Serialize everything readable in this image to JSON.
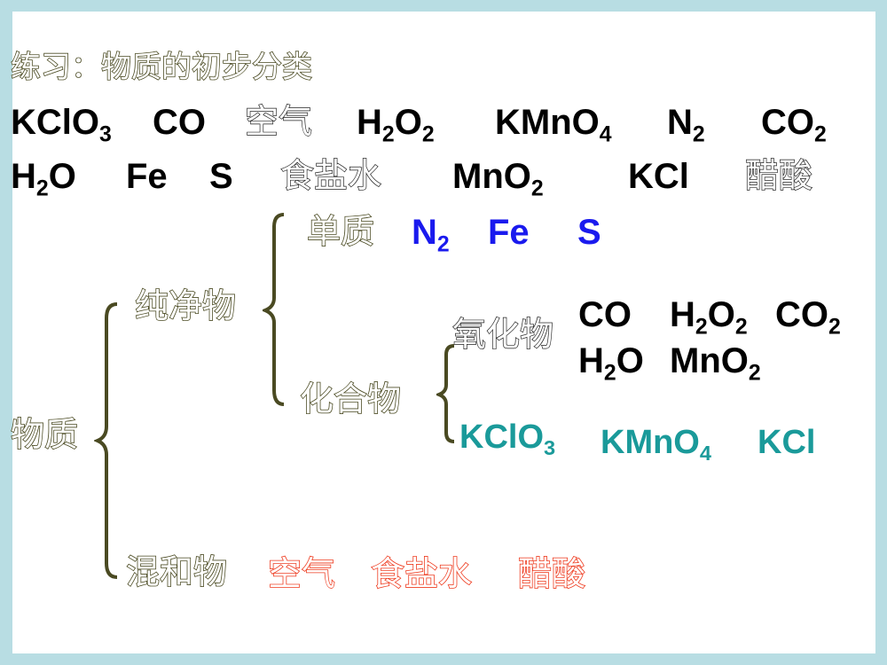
{
  "title": "练习：物质的初步分类",
  "list_row1": [
    {
      "main": "KClO",
      "sub": "3"
    },
    {
      "main": "CO",
      "sub": ""
    },
    {
      "main": "空气",
      "sub": "",
      "cn": true
    },
    {
      "main": "H",
      "sub": "2",
      "main2": "O",
      "sub2": "2"
    },
    {
      "main": "KMnO",
      "sub": "4"
    },
    {
      "main": "N",
      "sub": "2"
    },
    {
      "main": "CO",
      "sub": "2"
    }
  ],
  "list_row2": [
    {
      "main": "H",
      "sub": "2",
      "main2": "O"
    },
    {
      "main": "Fe"
    },
    {
      "main": "S"
    },
    {
      "main": "食盐水",
      "cn": true
    },
    {
      "main": "MnO",
      "sub": "2"
    },
    {
      "main": "KCl"
    },
    {
      "main": "醋酸",
      "cn": true
    }
  ],
  "tree": {
    "root": "物质",
    "pure": "纯净物",
    "mixture": "混和物",
    "element": "单质",
    "compound": "化合物",
    "oxide": "氧化物",
    "element_items": [
      "N",
      "2",
      "Fe",
      "S"
    ],
    "oxide_items_row1": [
      "CO",
      "H",
      "2",
      "O",
      "2",
      "CO",
      "2"
    ],
    "oxide_items_row2": [
      "H",
      "2",
      "O",
      "MnO",
      "2"
    ],
    "other_compounds": [
      "KClO",
      "3",
      "KMnO",
      "4",
      "KCl"
    ],
    "mixture_items": [
      "空气",
      "食盐水",
      "醋酸"
    ]
  },
  "colors": {
    "border": "#b8dde3",
    "element_blue": "#1a1aee",
    "compound_teal": "#1a9a9a",
    "mixture_red": "#ee3a1e",
    "label_olive": "#4a4a22"
  }
}
